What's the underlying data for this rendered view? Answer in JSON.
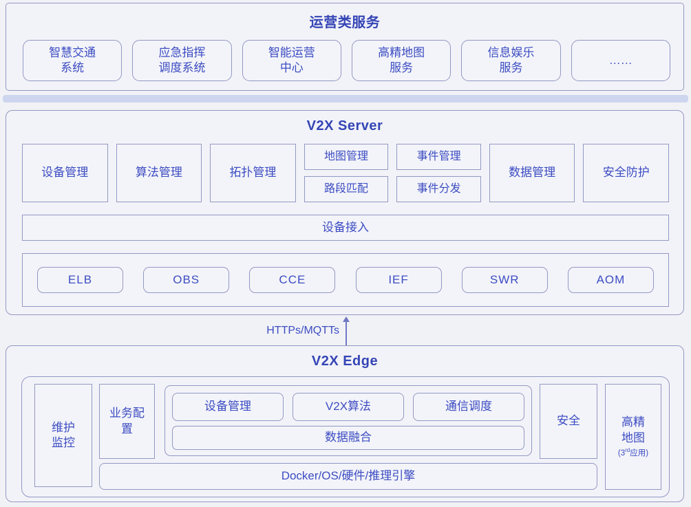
{
  "colors": {
    "accent_text": "#3c4cc2",
    "title_text": "#3545b6",
    "border": "#9298c3",
    "divider_bar": "#cdd6ee",
    "background": "#f1f2f6",
    "arrow": "#6f78c4"
  },
  "operations": {
    "title": "运营类服务",
    "boxes": [
      "智慧交通\n系统",
      "应急指挥\n调度系统",
      "智能运营\n中心",
      "高精地图\n服务",
      "信息娱乐\n服务",
      "……"
    ]
  },
  "server": {
    "title": "V2X Server",
    "modules_left": [
      "设备管理",
      "算法管理",
      "拓扑管理"
    ],
    "stack_map": [
      "地图管理",
      "路段匹配"
    ],
    "stack_event": [
      "事件管理",
      "事件分发"
    ],
    "modules_right": [
      "数据管理",
      "安全防护"
    ],
    "access_label": "设备接入",
    "cloud_services": [
      "ELB",
      "OBS",
      "CCE",
      "IEF",
      "SWR",
      "AOM"
    ]
  },
  "link": {
    "label": "HTTPs/MQTTs"
  },
  "edge": {
    "title": "V2X Edge",
    "maintenance": "维护\n监控",
    "business_config": "业务配\n置",
    "apps": [
      "设备管理",
      "V2X算法",
      "通信调度"
    ],
    "data_fusion": "数据融合",
    "security": "安全",
    "hd_map": {
      "name": "高精\n地图",
      "sub_prefix": "(3",
      "sub_sup": "rd",
      "sub_suffix": "应用)"
    },
    "platform": "Docker/OS/硬件/推理引擎"
  }
}
